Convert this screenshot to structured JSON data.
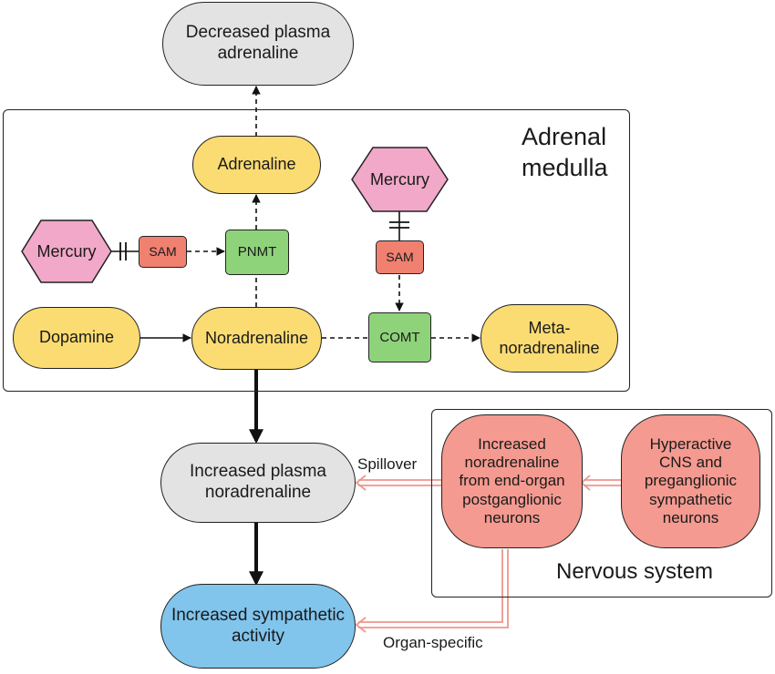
{
  "containers": {
    "adrenal": "Adrenal\nmedulla",
    "nervous": "Nervous system"
  },
  "nodes": {
    "decreased_plasma_adrenaline": "Decreased plasma\nadrenaline",
    "adrenaline": "Adrenaline",
    "mercury_top": "Mercury",
    "mercury_left": "Mercury",
    "sam_left": "SAM",
    "pnmt": "PNMT",
    "sam_right": "SAM",
    "dopamine": "Dopamine",
    "noradrenaline": "Noradrenaline",
    "comt": "COMT",
    "metanoradrenaline": "Meta-\nnoradrenaline",
    "increased_plasma_noradrenaline": "Increased plasma\nnoradrenaline",
    "increased_noradrenaline_neurons": "Increased\nnoradrenaline\nfrom end-organ\npostganglionic\nneurons",
    "hyperactive_cns": "Hyperactive\nCNS and\npreganglionic\nsympathetic\nneurons",
    "increased_sympathetic_activity": "Increased sympathetic\nactivity"
  },
  "edge_labels": {
    "spillover": "Spillover",
    "organ_specific": "Organ-specific"
  },
  "colors": {
    "yellow": "#fbdc72",
    "grey": "#e3e3e3",
    "blue": "#81c4ec",
    "pink": "#f2a8c8",
    "salmon": "#f49a90",
    "sam_red": "#f08070",
    "green": "#8ed27a",
    "arrow_pink": "#f0958a"
  }
}
